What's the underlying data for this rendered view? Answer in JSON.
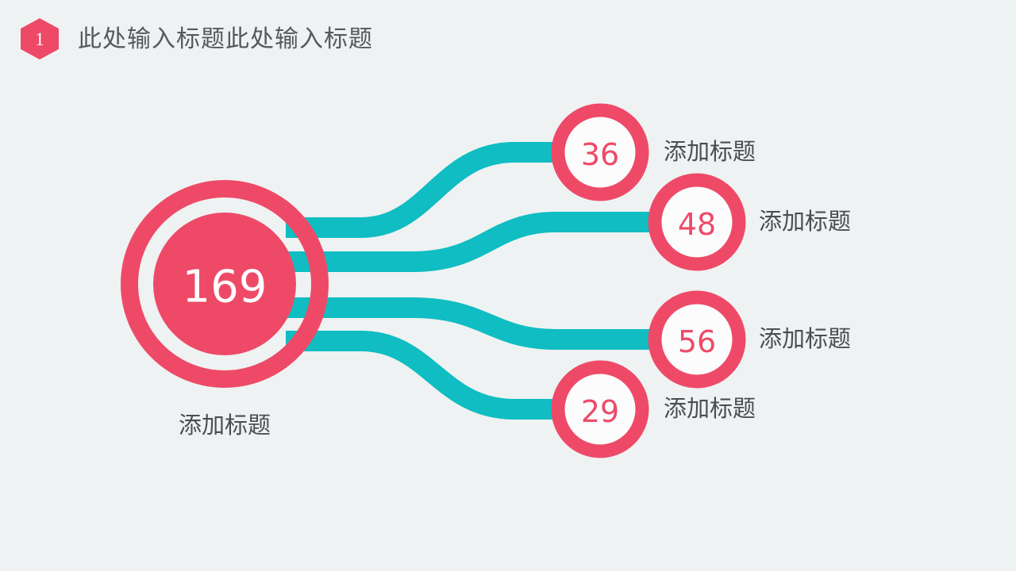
{
  "header": {
    "badge_number": "1",
    "title": "此处输入标题此处输入标题",
    "badge_shape": "hexagon-badge"
  },
  "theme": {
    "background": "#eff2f2",
    "accent_pink": "#ee4a68",
    "accent_teal": "#0fbdc2",
    "label_text": "#4a4e51",
    "title_text": "#55595c"
  },
  "chart_data": {
    "type": "diagram",
    "title": "此处输入标题此处输入标题",
    "hub": {
      "value": "169",
      "label": "添加标题"
    },
    "nodes": [
      {
        "value": "36",
        "label": "添加标题"
      },
      {
        "value": "48",
        "label": "添加标题"
      },
      {
        "value": "56",
        "label": "添加标题"
      },
      {
        "value": "29",
        "label": "添加标题"
      }
    ]
  }
}
